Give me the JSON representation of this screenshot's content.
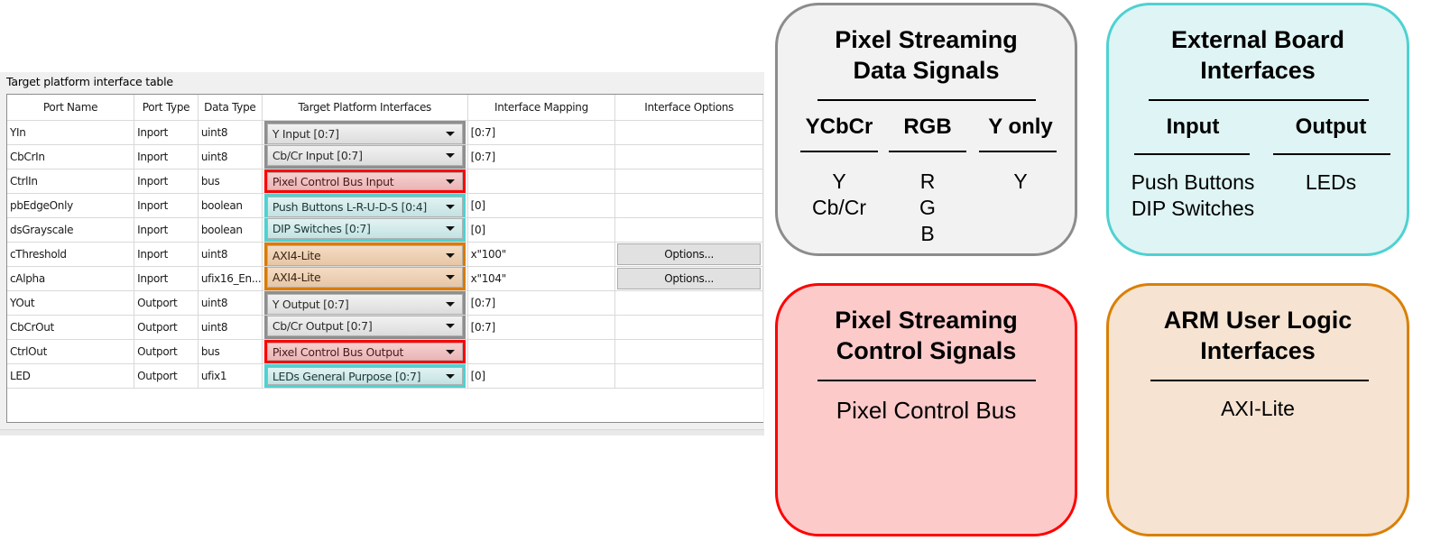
{
  "panel": {
    "title": "Target platform interface table",
    "columns": [
      "Port Name",
      "Port Type",
      "Data Type",
      "Target Platform Interfaces",
      "Interface Mapping",
      "Interface Options"
    ],
    "rows": [
      {
        "port_name": "YIn",
        "port_type": "Inport",
        "data_type": "uint8",
        "interface": "Y Input [0:7]",
        "interface_group": "pixel-data",
        "mapping": "[0:7]",
        "options": ""
      },
      {
        "port_name": "CbCrIn",
        "port_type": "Inport",
        "data_type": "uint8",
        "interface": "Cb/Cr Input [0:7]",
        "interface_group": "pixel-data",
        "mapping": "[0:7]",
        "options": ""
      },
      {
        "port_name": "CtrlIn",
        "port_type": "Inport",
        "data_type": "bus",
        "interface": "Pixel Control Bus Input",
        "interface_group": "pixel-control",
        "mapping": "",
        "options": ""
      },
      {
        "port_name": "pbEdgeOnly",
        "port_type": "Inport",
        "data_type": "boolean",
        "interface": "Push Buttons L-R-U-D-S [0:4]",
        "interface_group": "external",
        "mapping": "[0]",
        "options": ""
      },
      {
        "port_name": "dsGrayscale",
        "port_type": "Inport",
        "data_type": "boolean",
        "interface": "DIP Switches [0:7]",
        "interface_group": "external",
        "mapping": "[0]",
        "options": ""
      },
      {
        "port_name": "cThreshold",
        "port_type": "Inport",
        "data_type": "uint8",
        "interface": "AXI4-Lite",
        "interface_group": "arm",
        "mapping": "x\"100\"",
        "options": "Options..."
      },
      {
        "port_name": "cAlpha",
        "port_type": "Inport",
        "data_type": "ufix16_En...",
        "interface": "AXI4-Lite",
        "interface_group": "arm",
        "mapping": "x\"104\"",
        "options": "Options..."
      },
      {
        "port_name": "YOut",
        "port_type": "Outport",
        "data_type": "uint8",
        "interface": "Y Output [0:7]",
        "interface_group": "pixel-data",
        "mapping": "[0:7]",
        "options": ""
      },
      {
        "port_name": "CbCrOut",
        "port_type": "Outport",
        "data_type": "uint8",
        "interface": "Cb/Cr Output [0:7]",
        "interface_group": "pixel-data",
        "mapping": "[0:7]",
        "options": ""
      },
      {
        "port_name": "CtrlOut",
        "port_type": "Outport",
        "data_type": "bus",
        "interface": "Pixel Control Bus Output",
        "interface_group": "pixel-control",
        "mapping": "",
        "options": ""
      },
      {
        "port_name": "LED",
        "port_type": "Outport",
        "data_type": "ufix1",
        "interface": "LEDs General Purpose [0:7]",
        "interface_group": "external",
        "mapping": "[0]",
        "options": ""
      }
    ]
  },
  "legend": {
    "pixel_data": {
      "title_line1": "Pixel Streaming",
      "title_line2": "Data Signals",
      "color": "#8c8c8c",
      "columns": [
        {
          "header": "YCbCr",
          "values": [
            "Y",
            "Cb/Cr"
          ]
        },
        {
          "header": "RGB",
          "values": [
            "R",
            "G",
            "B"
          ]
        },
        {
          "header": "Y only",
          "values": [
            "Y"
          ]
        }
      ]
    },
    "external": {
      "title_line1": "External Board",
      "title_line2": "Interfaces",
      "color": "#4fd1d1",
      "columns": [
        {
          "header": "Input",
          "values": [
            "Push Buttons",
            "DIP Switches"
          ]
        },
        {
          "header": "Output",
          "values": [
            "LEDs"
          ]
        }
      ]
    },
    "pixel_control": {
      "title_line1": "Pixel Streaming",
      "title_line2": "Control Signals",
      "color": "#ff0000",
      "values": [
        "Pixel Control Bus"
      ]
    },
    "arm": {
      "title_line1": "ARM User Logic",
      "title_line2": "Interfaces",
      "color": "#d98006",
      "values": [
        "AXI-Lite"
      ]
    }
  }
}
